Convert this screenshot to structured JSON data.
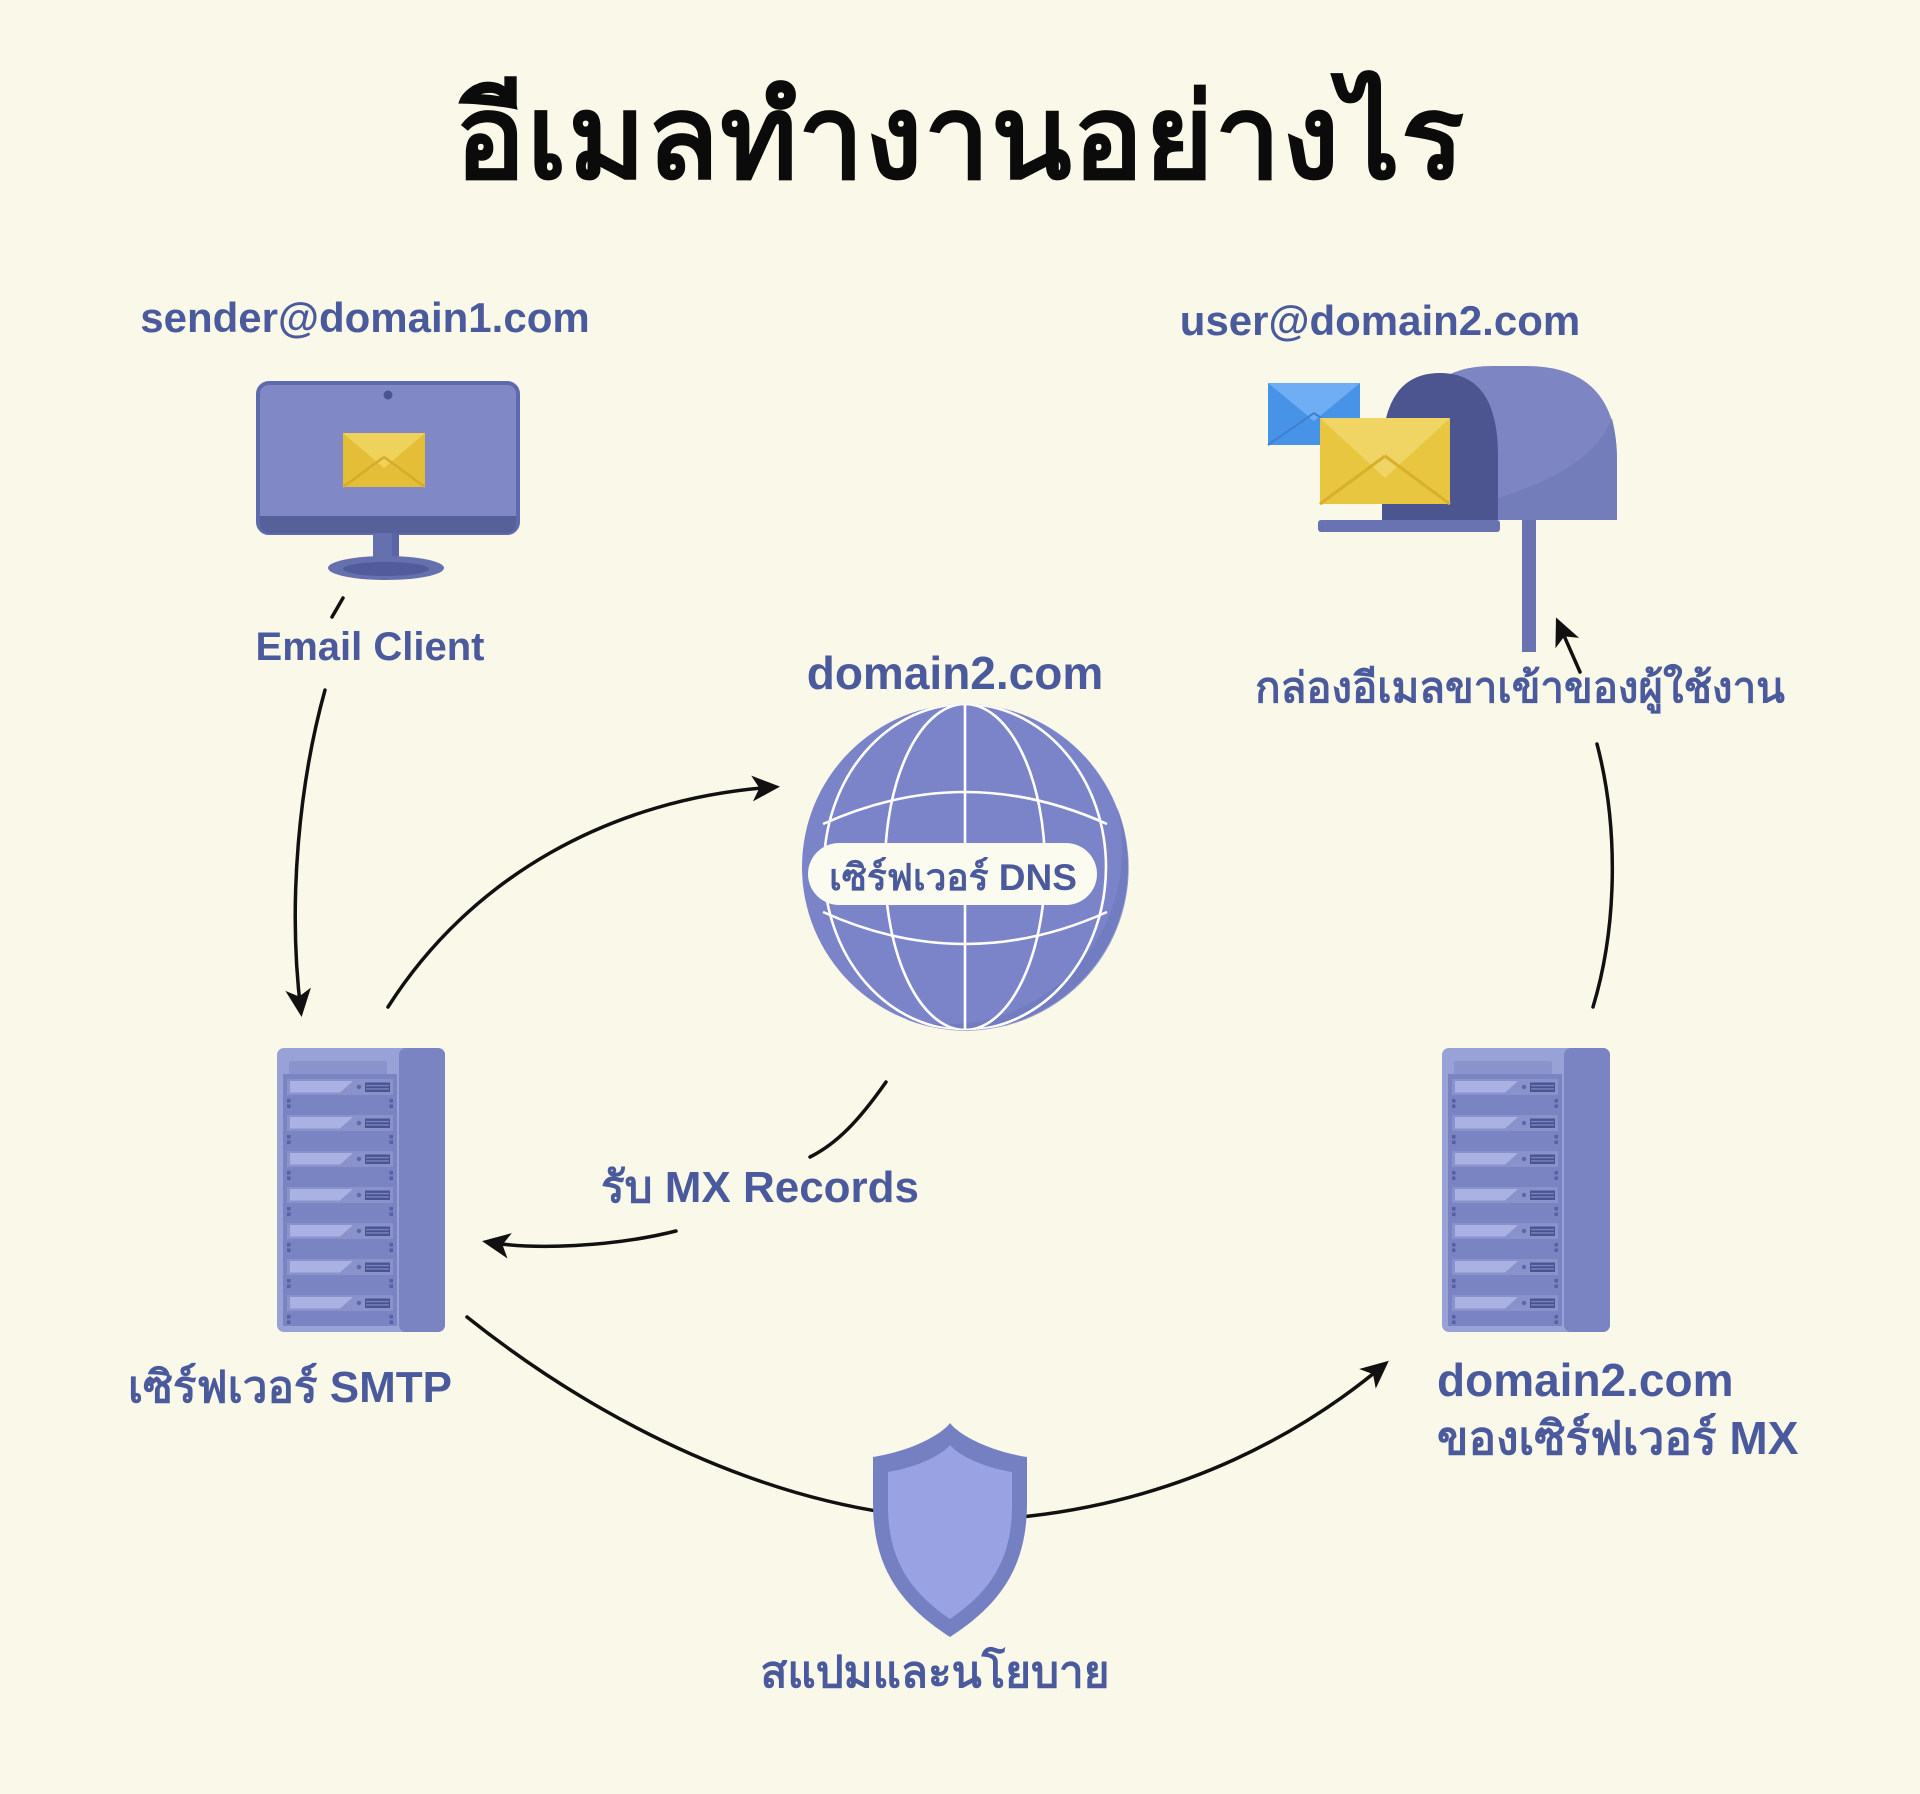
{
  "title": "อีเมลทำงานอย่างไร",
  "nodes": {
    "email_client": {
      "address": "sender@domain1.com",
      "label": "Email Client"
    },
    "mailbox": {
      "address": "user@domain2.com",
      "label": "กล่องอีเมลขาเข้าของผู้ใช้งาน"
    },
    "dns": {
      "domain": "domain2.com",
      "label": "เซิร์ฟเวอร์ DNS"
    },
    "smtp": {
      "label": "เซิร์ฟเวอร์ SMTP"
    },
    "mx": {
      "domain": "domain2.com",
      "label": "ของเซิร์ฟเวอร์ MX"
    },
    "shield": {
      "label": "สแปมและนโยบาย"
    }
  },
  "edges": {
    "mx_records": "รับ MX Records"
  },
  "colors": {
    "background": "#FAF9E9",
    "label_blue": "#4A5A9C",
    "title_black": "#0B0B0B",
    "periwinkle": "#7B84C5",
    "periwinkle_dark": "#4D5590",
    "periwinkle_light": "#9AA2D8",
    "shield_inner": "#99A3E4",
    "envelope_yellow": "#E9C63F",
    "envelope_blue": "#4793E8",
    "arrow_black": "#111111"
  },
  "icons": [
    "monitor-icon",
    "mailbox-icon",
    "globe-icon",
    "server-rack-icon",
    "shield-icon"
  ]
}
